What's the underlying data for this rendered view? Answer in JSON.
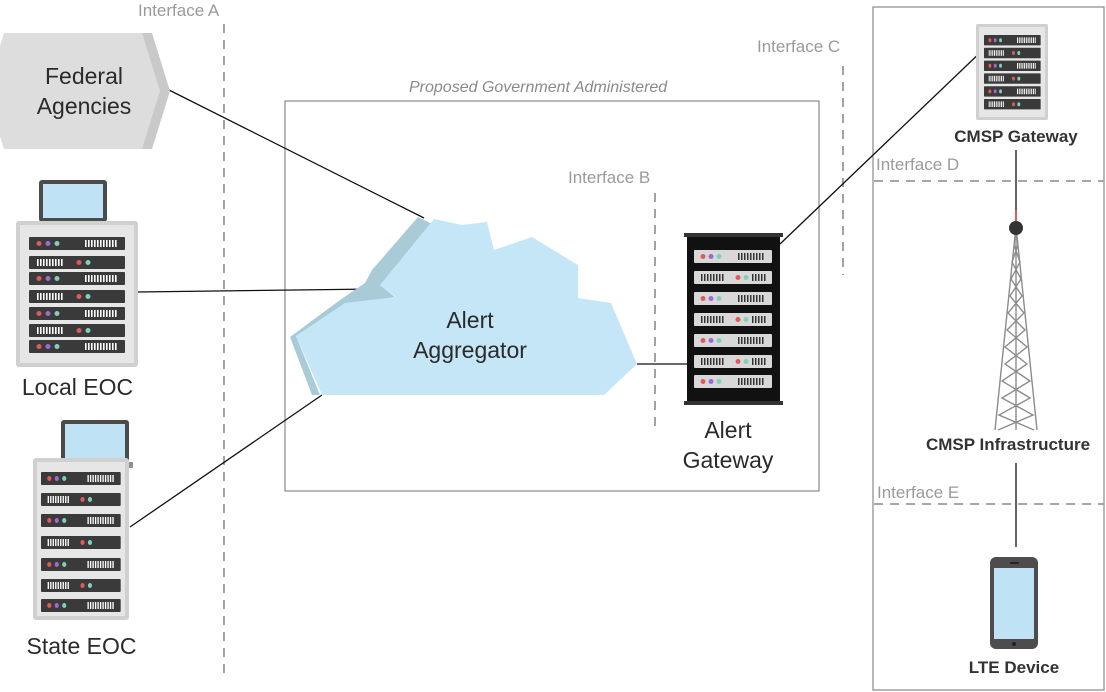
{
  "interfaces": {
    "a": "Interface A",
    "b": "Interface B",
    "c": "Interface C",
    "d": "Interface D",
    "e": "Interface E"
  },
  "region_label": "Proposed Government Administered",
  "nodes": {
    "federal_agencies": {
      "line1": "Federal",
      "line2": "Agencies"
    },
    "local_eoc": "Local EOC",
    "state_eoc": "State EOC",
    "alert_aggregator": {
      "line1": "Alert",
      "line2": "Aggregator"
    },
    "alert_gateway": {
      "line1": "Alert",
      "line2": "Gateway"
    },
    "cmsp_gateway": "CMSP Gateway",
    "cmsp_infrastructure": "CMSP Infrastructure",
    "lte_device": "LTE Device"
  },
  "colors": {
    "cloud": "#c5e6f7",
    "cloud_shadow": "#a9cbd8",
    "hexagon": "#dcdcdc",
    "rack_light": "#d4d4d4",
    "rack_dark": "#1a1a1a",
    "line": "#111111",
    "dashed": "#8a8a8a"
  }
}
